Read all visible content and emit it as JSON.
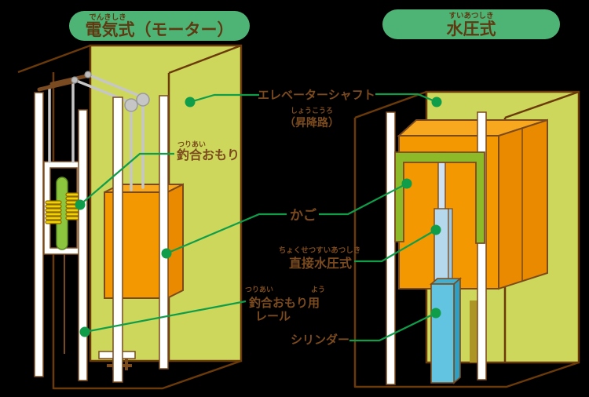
{
  "colors": {
    "background": "#000000",
    "pill_green": "#4eb476",
    "title_text": "#5e3a12",
    "label_text": "#7b4a1e",
    "leader_green": "#0f9d4a",
    "wall_green": "#ccd75b",
    "outline_brown": "#6a3a0a",
    "car_outline": "#7b4a1d",
    "beam_brown": "#7a4a21",
    "car_orange": "#f39800",
    "car_orange_top": "#f8a81e",
    "car_orange_side": "#e98a00",
    "sling_green": "#8cba28",
    "plunger_blue": "#cfe2f2",
    "plunger_blue2": "#b6d8ed",
    "cylinder_blue": "#62c4e0",
    "cylinder_side": "#309fc4",
    "cylinder_top": "#45aecd",
    "rail_white": "#ffffff",
    "cable_gray": "#c6c6c6",
    "weight_yellow": "#f1d100",
    "weight_green": "#8bc63e",
    "shadow_olive": "#ac9524"
  },
  "diagram": {
    "left_title": {
      "furigana": "でんきしき",
      "text": "電気式（モーター）"
    },
    "right_title": {
      "furigana": "すいあつしき",
      "text": "水圧式"
    },
    "labels": {
      "shaft": {
        "text": "エレベーターシャフト",
        "sub_furigana": "しょうこうろ",
        "sub": "（昇降路）"
      },
      "counterweight": {
        "furigana": "つりあい",
        "text": "釣合おもり"
      },
      "car": {
        "text": "かご"
      },
      "direct_hydraulic": {
        "furigana": "ちょくせつすいあつしき",
        "text": "直接水圧式"
      },
      "counterweight_rail": {
        "furigana_tsuriai": "つりあい",
        "furigana_yo": "よう",
        "text_line1": "釣合おもり用",
        "text_line2": "レール"
      },
      "cylinder": {
        "text": "シリンダー"
      }
    }
  }
}
